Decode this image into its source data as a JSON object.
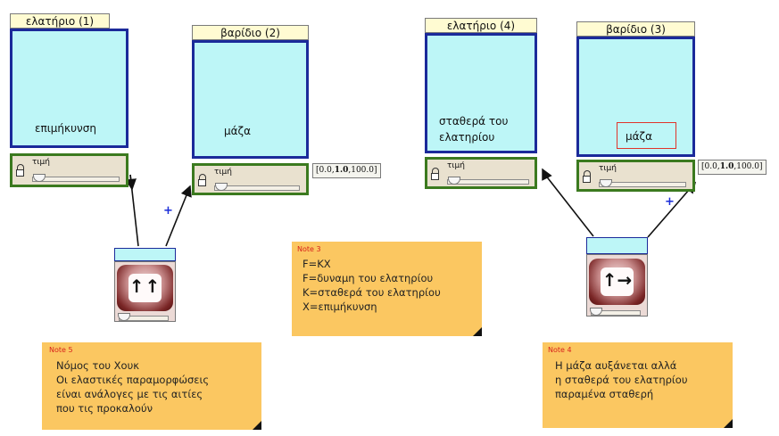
{
  "nodes": {
    "spring1": {
      "title": "ελατήριο (1)",
      "text_lines": [
        "επιμήκυνση"
      ],
      "slider_label": "τιμή"
    },
    "weight2": {
      "title": "βαρίδιο (2)",
      "text_lines": [
        "μάζα"
      ],
      "slider_label": "τιμή",
      "range_pre": "[0.0,",
      "range_bold": "1.0",
      "range_post": ",100.0]"
    },
    "spring4": {
      "title": "ελατήριο (4)",
      "text_lines": [
        "σταθερά του",
        "ελατηρίου"
      ],
      "slider_label": "τιμή"
    },
    "weight3": {
      "title": "βαρίδιο (3)",
      "text_lines": [
        "μάζα"
      ],
      "slider_label": "τιμή",
      "range_pre": "[0.0,",
      "range_bold": "1.0",
      "range_post": ",100.0]"
    }
  },
  "relations": {
    "left": {
      "icon": "up-up-arrows-icon",
      "symbol": "↑↑"
    },
    "right": {
      "icon": "up-right-arrows-icon",
      "symbol": "↑→"
    }
  },
  "notes": {
    "note3": {
      "title": "Note 3",
      "lines": [
        "F=KX",
        "F=δυναμη του ελατηρίου",
        "K=σταθερά του ελατηρίου",
        "X=επιμήκυνση"
      ]
    },
    "note5": {
      "title": "Note 5",
      "lines": [
        "Νόμος του Χουκ",
        "Οι ελαστικές παραμορφώσεις",
        "είναι ανάλογες με τις αιτίες",
        "που τις προκαλούν"
      ]
    },
    "note4": {
      "title": "Note 4",
      "lines": [
        "Η μάζα αυξάνεται αλλά",
        "η σταθερά του ελατηρίου",
        "παραμένα σταθερή"
      ]
    }
  },
  "connectors": {
    "plus_sign": "+"
  },
  "colors": {
    "node_fill": "#bdf6f7",
    "node_border": "#1b2a9a",
    "slider_border": "#3b7a1f",
    "note_fill": "#fbc761",
    "note_title": "#d8231c"
  }
}
